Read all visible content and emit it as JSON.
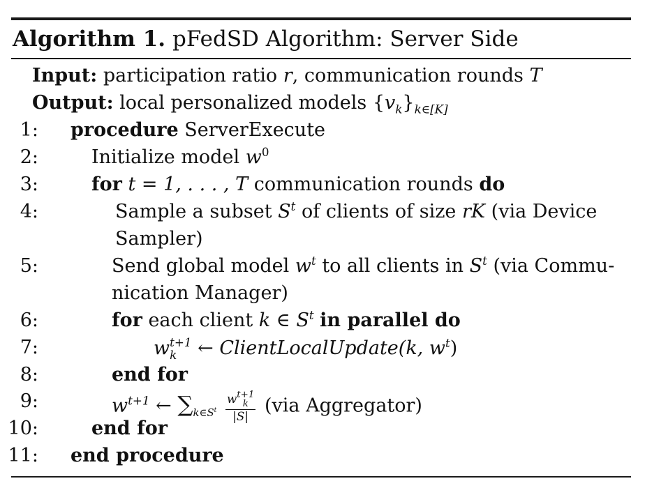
{
  "algorithm": {
    "label": "Algorithm 1.",
    "title": "pFedSD Algorithm: Server Side"
  },
  "input": {
    "keyword": "Input:",
    "text_a": "participation ratio",
    "var_r": "r",
    "text_b": ", communication rounds",
    "var_T": "T"
  },
  "output": {
    "keyword": "Output:",
    "text": "local personalized models",
    "set_open": "{",
    "var_v": "v",
    "sub_k": "k",
    "set_close": "}",
    "index": "k∈[K]"
  },
  "steps": [
    {
      "num": "1:",
      "kw": "procedure",
      "text": "ServerExecute"
    },
    {
      "num": "2:",
      "text": "Initialize model",
      "var": "w",
      "sup": "0"
    },
    {
      "num": "3:",
      "kw": "for",
      "math": "t = 1, . . . , T",
      "text": "communication rounds",
      "kw2": "do"
    },
    {
      "num": "4:",
      "text_a": "Sample a subset",
      "var_S": "S",
      "sup_t": "t",
      "text_b": "of clients of size",
      "var_rK": "rK",
      "text_c": "(via Device",
      "text_d": "Sampler)"
    },
    {
      "num": "5:",
      "text_a": "Send global model",
      "var_w": "w",
      "sup_t": "t",
      "text_b": "to all clients in",
      "var_S": "S",
      "sup_t2": "t",
      "text_c": "(via Commu-",
      "text_d": "nication Manager)"
    },
    {
      "num": "6:",
      "kw": "for",
      "text": "each client",
      "math": "k ∈ S",
      "sup_t": "t",
      "kw2": "in parallel do"
    },
    {
      "num": "7:",
      "var_w": "w",
      "sup": "t+1",
      "sub": "k",
      "arrow": "←",
      "func": "ClientLocalUpdate",
      "args_a": "(k, w",
      "args_sup": "t",
      "args_b": ")"
    },
    {
      "num": "8:",
      "kw": "end for"
    },
    {
      "num": "9:",
      "var_w": "w",
      "sup": "t+1",
      "arrow": "←",
      "sum": "∑",
      "sum_sub": "k∈S",
      "sum_sub_sup": "t",
      "frac_num_w": "w",
      "frac_num_sup": "t+1",
      "frac_num_sub": "k",
      "frac_den": "|S|",
      "text": "(via Aggregator)"
    },
    {
      "num": "10:",
      "kw": "end for"
    },
    {
      "num": "11:",
      "kw": "end procedure"
    }
  ]
}
